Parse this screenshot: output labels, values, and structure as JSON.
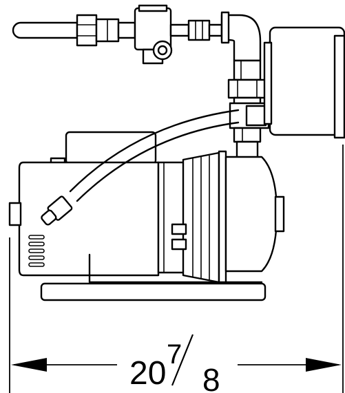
{
  "dimension": {
    "whole": "20",
    "numerator": "7",
    "denominator": "8"
  }
}
